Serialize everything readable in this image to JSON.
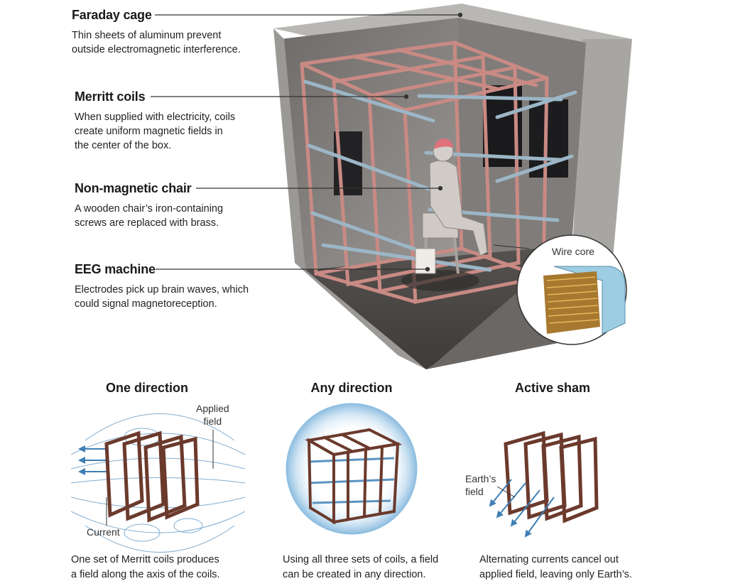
{
  "callouts": {
    "faraday": {
      "title": "Faraday cage",
      "desc1": "Thin sheets of aluminum prevent",
      "desc2": "outside electromagnetic interference."
    },
    "merritt": {
      "title": "Merritt coils",
      "desc1": "When supplied with electricity, coils",
      "desc2": "create uniform magnetic fields in",
      "desc3": "the center of the box."
    },
    "chair": {
      "title": "Non-magnetic chair",
      "desc1": "A wooden chair’s iron-containing",
      "desc2": "screws are replaced with brass."
    },
    "eeg": {
      "title": "EEG machine",
      "desc1": "Electrodes pick up brain waves, which",
      "desc2": "could signal magnetoreception."
    }
  },
  "inset": {
    "label": "Wire core"
  },
  "panels": [
    {
      "title": "One direction",
      "caption1": "One set of Merritt coils produces",
      "caption2": "a field along the axis of the coils.",
      "label_a1": "Applied",
      "label_a2": "field",
      "label_b": "Current"
    },
    {
      "title": "Any direction",
      "caption1": "Using all three sets of coils, a field",
      "caption2": "can be created in any direction."
    },
    {
      "title": "Active sham",
      "caption1": "Alternating currents cancel out",
      "caption2": "applied field, leaving only Earth’s.",
      "label_a1": "Earth’s",
      "label_a2": "field"
    }
  ],
  "colors": {
    "coil": "#c98a84",
    "pipe": "#9cb6c6",
    "wall": "#8f8c88",
    "wire": "#6b3a2c",
    "field": "#5b93c2"
  }
}
